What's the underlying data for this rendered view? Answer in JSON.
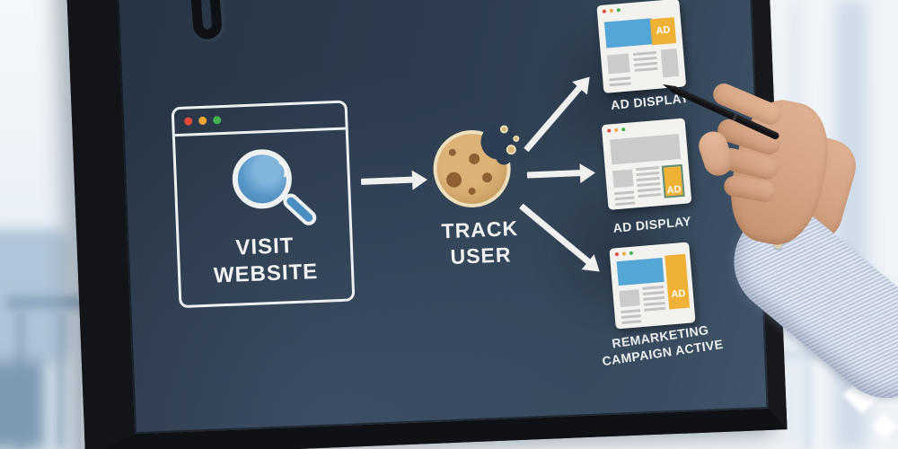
{
  "scene": {
    "board": {
      "screen_color": "#2e3d50",
      "bezel_color": "#131417",
      "handle_icon": "board-handle"
    },
    "background": {
      "left_item": "blurred-office-chair",
      "right_item": "bright-window-light"
    }
  },
  "diagram": {
    "text_color": "#f1f2f1",
    "visit_window": {
      "icon": "magnifier-icon",
      "label_lines": [
        "VISIT",
        "WEBSITE"
      ],
      "traffic_dots": [
        "#e04a3c",
        "#f0a638",
        "#43b24c"
      ],
      "outline_color": "#edf0f0",
      "lens_color": "#5795c6"
    },
    "cookie": {
      "icon": "cookie-icon",
      "label_lines": [
        "TRACK",
        "USER"
      ],
      "body_color": "#cda164",
      "outline_color": "#ecdfbd",
      "spot_color": "#8f6132"
    },
    "arrows": [
      "arrow-right",
      "arrow-up-right",
      "arrow-right",
      "arrow-down-right"
    ],
    "arrow_color": "#f0f1ef",
    "ad_windows": [
      {
        "label_lines": [
          "AD DISPLAY"
        ],
        "badge": "AD",
        "layout": "blue-banner-with-ad-square",
        "banner_color": "#54a6d7",
        "ad_color": "#efb237",
        "traffic_dots": [
          "#e04a3c",
          "#f0a638",
          "#43b24c"
        ]
      },
      {
        "label_lines": [
          "AD DISPLAY"
        ],
        "badge": "AD",
        "layout": "gray-banner-with-ad-box",
        "banner_color": "#cbcbc9",
        "ad_color": "#efb237",
        "traffic_dots": [
          "#e04a3c",
          "#f0a638",
          "#43b24c"
        ]
      },
      {
        "label_lines": [
          "REMARKETING",
          "CAMPAIGN ACTIVE"
        ],
        "badge": "AD",
        "layout": "blue-banner-with-ad-sidebar",
        "banner_color": "#54a6d7",
        "ad_color": "#efb237",
        "traffic_dots": [
          "#e04a3c",
          "#f0a638",
          "#43b24c"
        ]
      }
    ]
  },
  "presenter": {
    "hand_icon": "presenter-hand",
    "stylus_icon": "stylus-pen",
    "sleeve": "striped-shirt-sleeve"
  }
}
